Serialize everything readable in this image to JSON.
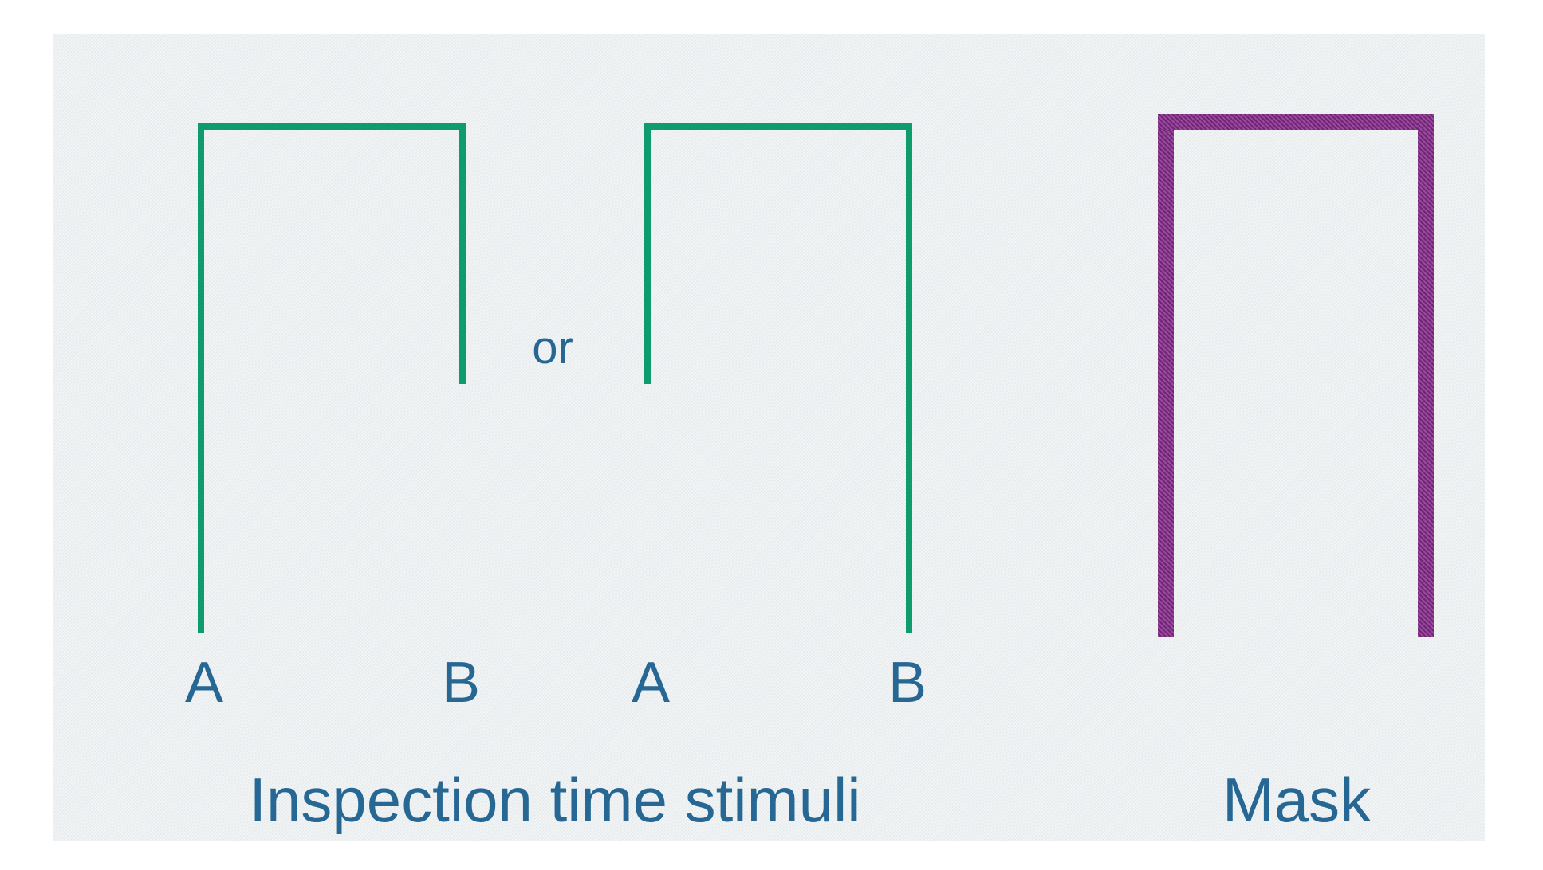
{
  "figure": {
    "stimuli": {
      "or_label": "or",
      "caption": "Inspection time stimuli",
      "stimulus_1": {
        "left_leg_label": "A",
        "right_leg_label": "B",
        "left_leg_length": "long",
        "right_leg_length": "short"
      },
      "stimulus_2": {
        "left_leg_label": "A",
        "right_leg_label": "B",
        "left_leg_length": "short",
        "right_leg_length": "long"
      }
    },
    "mask": {
      "caption": "Mask"
    }
  },
  "colors": {
    "page_background": "#ffffff",
    "panel_background": "#edf0f1",
    "stimulus_line": "#0f9c6c",
    "mask_light": "#9a4a9e",
    "mask_dark": "#702673",
    "text": "#266793"
  }
}
